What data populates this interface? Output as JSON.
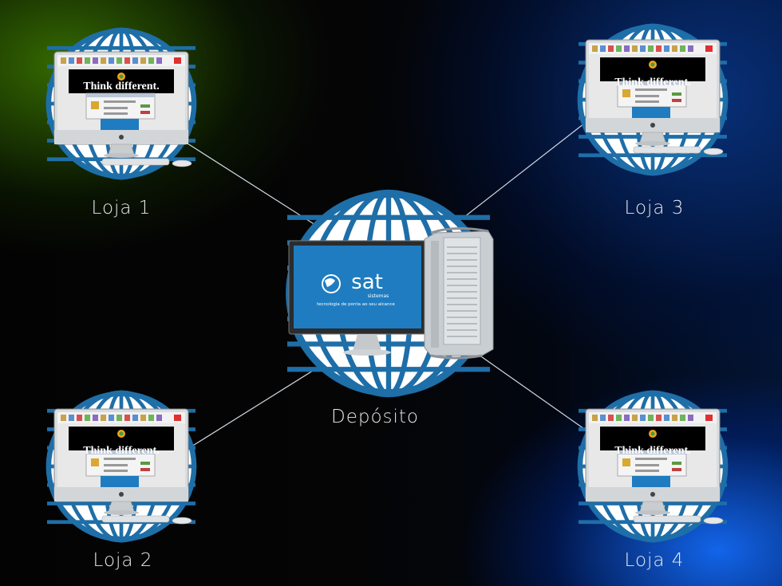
{
  "nodes": {
    "loja1": {
      "label": "Loja 1",
      "screen_text": "Think different."
    },
    "loja2": {
      "label": "Loja 2",
      "screen_text": "Think different."
    },
    "loja3": {
      "label": "Loja 3",
      "screen_text": "Think different."
    },
    "loja4": {
      "label": "Loja 4",
      "screen_text": "Think different."
    },
    "deposito": {
      "label": "Depósito",
      "logo_text": "sat",
      "logo_sub": "sistemas",
      "tagline": "tecnologia de ponta ao seu alcance"
    }
  },
  "colors": {
    "globe_blue": "#1e6ea8",
    "screen_blue": "#1f7cc0",
    "line": "#cfd8e0"
  }
}
